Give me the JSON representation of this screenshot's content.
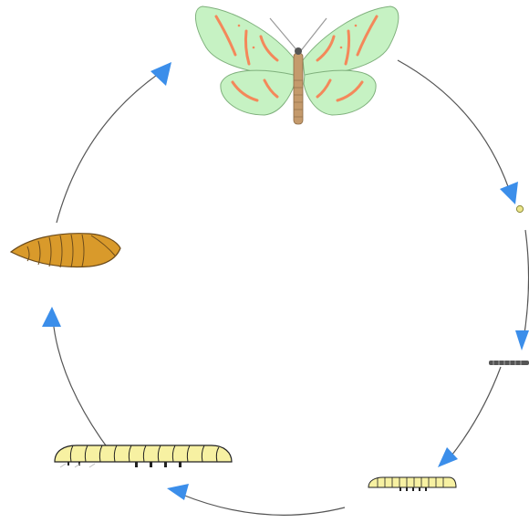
{
  "diagram": {
    "stages": [
      {
        "id": "adult",
        "icon": "butterfly-icon"
      },
      {
        "id": "egg",
        "icon": "egg-icon"
      },
      {
        "id": "larva-1",
        "icon": "tiny-caterpillar-icon"
      },
      {
        "id": "larva-2",
        "icon": "small-caterpillar-icon"
      },
      {
        "id": "larva-3",
        "icon": "large-caterpillar-icon"
      },
      {
        "id": "pupa",
        "icon": "chrysalis-icon"
      }
    ],
    "colors": {
      "arrow_head": "#3b8eea",
      "cycle_line": "#555555",
      "wing_fill": "#c6f2c3",
      "wing_stripe": "#f4885a",
      "body": "#c49a6c",
      "egg": "#ece58a",
      "larva": "#f7f1a2",
      "pupa": "#d99a2b"
    }
  }
}
